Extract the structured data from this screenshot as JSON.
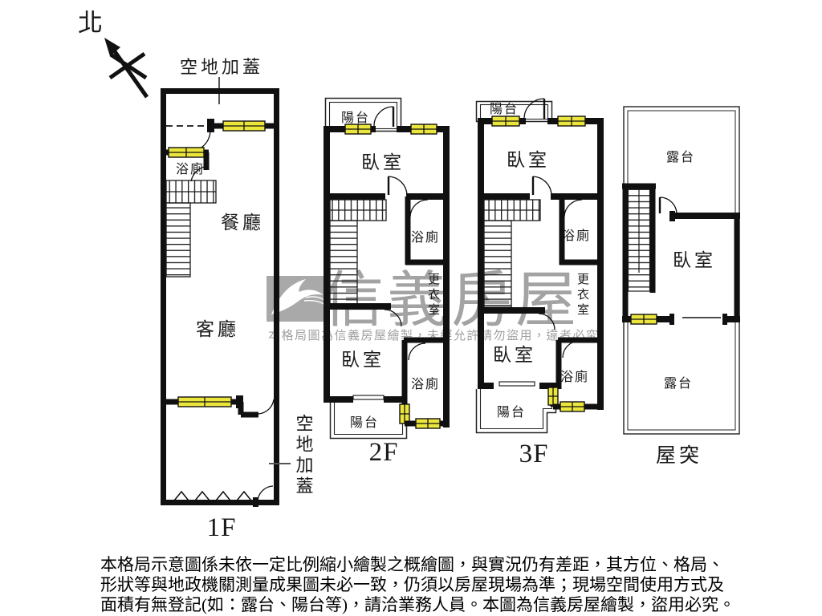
{
  "north": "北",
  "floor_1f": {
    "label": "1F",
    "annotation_top": "空地加蓋",
    "annotation_side": "空地加蓋",
    "bathroom": "浴廁",
    "dining": "餐廳",
    "living": "客廳"
  },
  "floor_2f": {
    "label": "2F",
    "balcony_top": "陽台",
    "bedroom_front": "臥室",
    "bathroom_front": "浴廁",
    "closet": "更衣室",
    "bedroom_rear": "臥室",
    "bathroom_rear": "浴廁",
    "balcony_bottom": "陽台"
  },
  "floor_3f": {
    "label": "3F",
    "balcony_top": "陽台",
    "bedroom_front": "臥室",
    "bathroom_front": "浴廁",
    "closet": "更衣室",
    "bedroom_rear": "臥室",
    "bathroom_rear": "浴廁",
    "balcony_bottom": "陽台"
  },
  "roof": {
    "label": "屋突",
    "terrace_top": "露台",
    "bedroom": "臥室",
    "terrace_bottom": "露台"
  },
  "watermark": {
    "brand": "信義房屋",
    "notice": "本格局圖為信義房屋繪製，未經允許請勿盜用，違者必究"
  },
  "disclaimer": {
    "line1": "本格局示意圖係未依一定比例縮小繪製之概繪圖，與實況仍有差距，其方位、格局、",
    "line2": "形狀等與地政機關測量成果圖未必一致，仍須以房屋現場為準；現場空間使用方式及",
    "line3": "面積有無登記(如：露台、陽台等)，請洽業務人員。本圖為信義房屋繪製，盜用必究。"
  },
  "colors": {
    "wall": "#101010",
    "window": "#ece63c",
    "watermark_box": "#a9a9a9"
  }
}
